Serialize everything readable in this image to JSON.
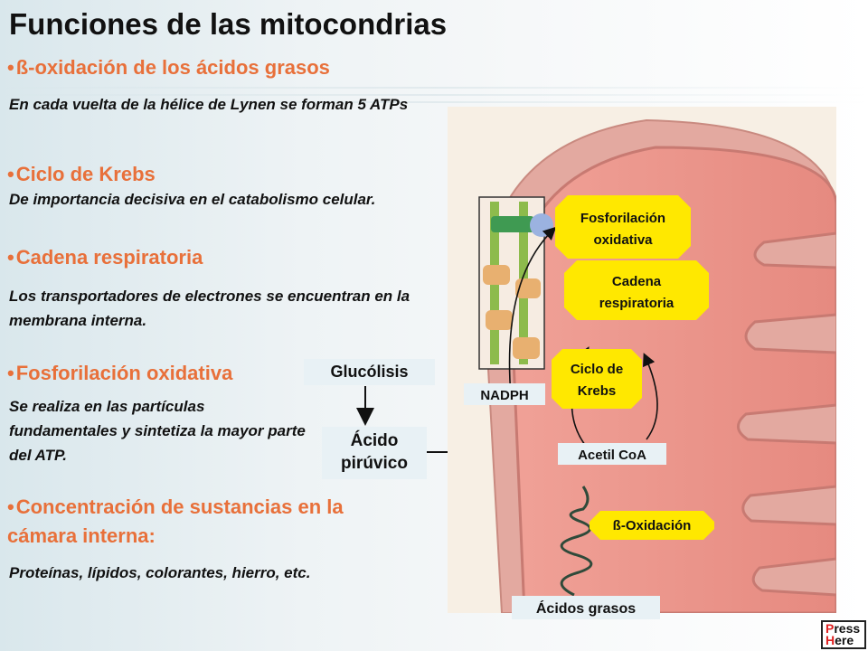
{
  "title": "Funciones de las mitocondrias",
  "sections": [
    {
      "heading": "ß-oxidación de los ácidos grasos",
      "text": "En cada vuelta de la hélice de Lynen se forman 5 ATPs"
    },
    {
      "heading": "Ciclo de Krebs",
      "text": "De importancia decisiva en el catabolismo celular."
    },
    {
      "heading": "Cadena respiratoria",
      "text": "Los transportadores de electrones se encuentran en la membrana interna."
    },
    {
      "heading": "Fosforilación oxidativa",
      "text": "Se realiza en las partículas fundamentales y sintetiza la mayor parte del ATP."
    },
    {
      "heading": "Concentración de sustancias en la cámara interna:",
      "text": "Proteínas, lípidos, colorantes, hierro, etc."
    }
  ],
  "diagram": {
    "glucolisis": "Glucólisis",
    "acido_piruvico": [
      "Ácido",
      "pirúvico"
    ],
    "nadph": "NADPH",
    "acetil_coa": "Acetil CoA",
    "b_oxidacion": "ß-Oxidación",
    "acidos_grasos": "Ácidos grasos",
    "fosforilacion": [
      "Fosforilación",
      "oxidativa"
    ],
    "cadena": [
      "Cadena",
      "respiratoria"
    ],
    "ciclo": [
      "Ciclo de",
      "Krebs"
    ]
  },
  "press_button": {
    "line1_cap": "P",
    "line1_rest": "ress",
    "line2_cap": "H",
    "line2_rest": "ere"
  },
  "colors": {
    "accent": "#e8703a",
    "node_yellow": "#ffe800",
    "mito_outer": "#e3a9a0",
    "mito_inner": "#e98f86"
  }
}
